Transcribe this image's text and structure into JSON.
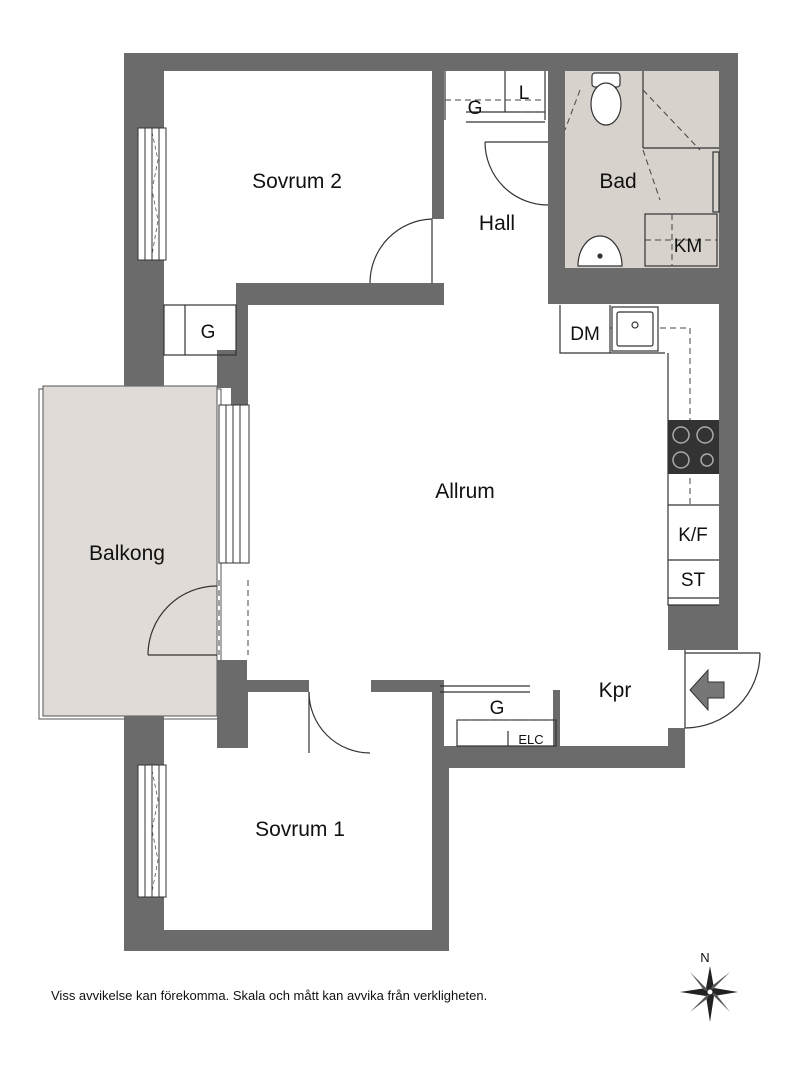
{
  "rooms": {
    "sovrum2": "Sovrum 2",
    "sovrum1": "Sovrum 1",
    "hall": "Hall",
    "bad": "Bad",
    "allrum": "Allrum",
    "balkong": "Balkong",
    "kpr": "Kpr"
  },
  "fixtures": {
    "g_hall": "G",
    "l_hall": "L",
    "g_sovrum2": "G",
    "km": "KM",
    "dm": "DM",
    "kf": "K/F",
    "st": "ST",
    "g_kpr": "G",
    "elc": "ELC"
  },
  "compass": {
    "north": "N"
  },
  "disclaimer": "Viss avvikelse kan förekomma. Skala och mått kan avvika från verkligheten.",
  "colors": {
    "wall": "#6b6b6b",
    "floor_wet": "#d8d2cc",
    "balcony": "#e0dbd6",
    "line": "#333333"
  },
  "icons": {
    "entrance": "entrance-arrow-icon",
    "compass": "compass-rose-icon",
    "toilet": "toilet-icon",
    "sink": "sink-icon",
    "stove": "stove-icon"
  }
}
